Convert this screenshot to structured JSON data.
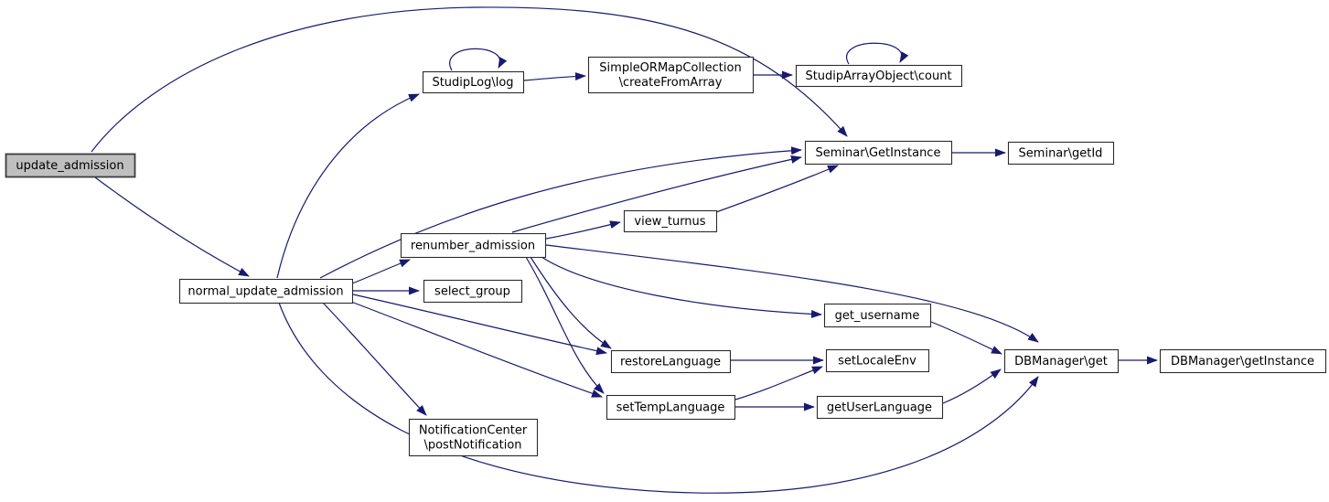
{
  "diagram": {
    "type": "call-graph",
    "background_color": "#ffffff",
    "edge_color": "#191970",
    "node_style": {
      "fill": "#ffffff",
      "border": "#2b2b2b",
      "text": "#000000"
    },
    "highlight_style": {
      "fill": "#bfbfbf",
      "border": "#3d3d3d",
      "text": "#000000"
    },
    "nodes": [
      {
        "id": "update_admission",
        "lines": [
          "update_admission"
        ],
        "highlight": true
      },
      {
        "id": "normal_update_admission",
        "lines": [
          "normal_update_admission"
        ],
        "highlight": false
      },
      {
        "id": "StudipLog\\log",
        "lines": [
          "StudipLog\\log"
        ],
        "highlight": false
      },
      {
        "id": "SimpleORMapCollection\\createFromArray",
        "lines": [
          "SimpleORMapCollection",
          "\\createFromArray"
        ],
        "highlight": false
      },
      {
        "id": "StudipArrayObject\\count",
        "lines": [
          "StudipArrayObject\\count"
        ],
        "highlight": false
      },
      {
        "id": "Seminar\\GetInstance",
        "lines": [
          "Seminar\\GetInstance"
        ],
        "highlight": false
      },
      {
        "id": "Seminar\\getId",
        "lines": [
          "Seminar\\getId"
        ],
        "highlight": false
      },
      {
        "id": "view_turnus",
        "lines": [
          "view_turnus"
        ],
        "highlight": false
      },
      {
        "id": "renumber_admission",
        "lines": [
          "renumber_admission"
        ],
        "highlight": false
      },
      {
        "id": "select_group",
        "lines": [
          "select_group"
        ],
        "highlight": false
      },
      {
        "id": "get_username",
        "lines": [
          "get_username"
        ],
        "highlight": false
      },
      {
        "id": "restoreLanguage",
        "lines": [
          "restoreLanguage"
        ],
        "highlight": false
      },
      {
        "id": "setLocaleEnv",
        "lines": [
          "setLocaleEnv"
        ],
        "highlight": false
      },
      {
        "id": "setTempLanguage",
        "lines": [
          "setTempLanguage"
        ],
        "highlight": false
      },
      {
        "id": "getUserLanguage",
        "lines": [
          "getUserLanguage"
        ],
        "highlight": false
      },
      {
        "id": "DBManager\\get",
        "lines": [
          "DBManager\\get"
        ],
        "highlight": false
      },
      {
        "id": "DBManager\\getInstance",
        "lines": [
          "DBManager\\getInstance"
        ],
        "highlight": false
      },
      {
        "id": "NotificationCenter\\postNotification",
        "lines": [
          "NotificationCenter",
          "\\postNotification"
        ],
        "highlight": false
      }
    ],
    "edges": [
      {
        "from": "update_admission",
        "to": "normal_update_admission"
      },
      {
        "from": "update_admission",
        "to": "Seminar\\GetInstance"
      },
      {
        "from": "normal_update_admission",
        "to": "StudipLog\\log"
      },
      {
        "from": "normal_update_admission",
        "to": "renumber_admission"
      },
      {
        "from": "normal_update_admission",
        "to": "select_group"
      },
      {
        "from": "normal_update_admission",
        "to": "Seminar\\GetInstance"
      },
      {
        "from": "normal_update_admission",
        "to": "restoreLanguage"
      },
      {
        "from": "normal_update_admission",
        "to": "setTempLanguage"
      },
      {
        "from": "normal_update_admission",
        "to": "NotificationCenter\\postNotification"
      },
      {
        "from": "normal_update_admission",
        "to": "DBManager\\get"
      },
      {
        "from": "StudipLog\\log",
        "to": "StudipLog\\log"
      },
      {
        "from": "StudipLog\\log",
        "to": "SimpleORMapCollection\\createFromArray"
      },
      {
        "from": "SimpleORMapCollection\\createFromArray",
        "to": "StudipArrayObject\\count"
      },
      {
        "from": "StudipArrayObject\\count",
        "to": "StudipArrayObject\\count"
      },
      {
        "from": "renumber_admission",
        "to": "view_turnus"
      },
      {
        "from": "renumber_admission",
        "to": "Seminar\\GetInstance"
      },
      {
        "from": "renumber_admission",
        "to": "get_username"
      },
      {
        "from": "renumber_admission",
        "to": "restoreLanguage"
      },
      {
        "from": "renumber_admission",
        "to": "setTempLanguage"
      },
      {
        "from": "renumber_admission",
        "to": "DBManager\\get"
      },
      {
        "from": "view_turnus",
        "to": "Seminar\\GetInstance"
      },
      {
        "from": "Seminar\\GetInstance",
        "to": "Seminar\\getId"
      },
      {
        "from": "restoreLanguage",
        "to": "setLocaleEnv"
      },
      {
        "from": "setTempLanguage",
        "to": "setLocaleEnv"
      },
      {
        "from": "setTempLanguage",
        "to": "getUserLanguage"
      },
      {
        "from": "get_username",
        "to": "DBManager\\get"
      },
      {
        "from": "getUserLanguage",
        "to": "DBManager\\get"
      },
      {
        "from": "DBManager\\get",
        "to": "DBManager\\getInstance"
      }
    ]
  }
}
